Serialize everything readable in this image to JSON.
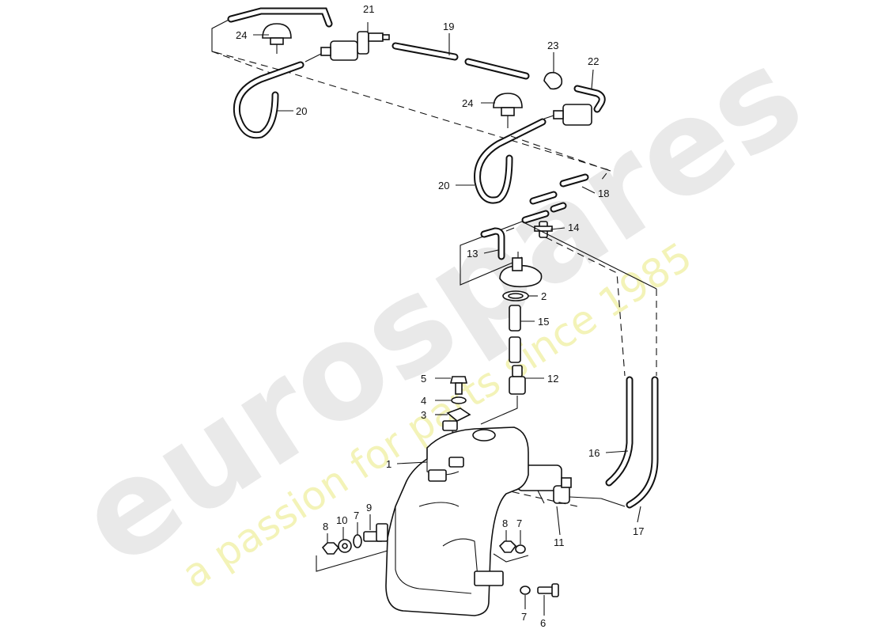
{
  "watermark": {
    "brand": "eurospares",
    "tagline": "a passion for parts since 1985"
  },
  "callouts": {
    "p1": "1",
    "p2": "2",
    "p3": "3",
    "p4": "4",
    "p5": "5",
    "p6": "6",
    "p7a": "7",
    "p7b": "7",
    "p7c": "7",
    "p8a": "8",
    "p8b": "8",
    "p9": "9",
    "p10": "10",
    "p11": "11",
    "p12": "12",
    "p13": "13",
    "p14": "14",
    "p15": "15",
    "p16": "16",
    "p17": "17",
    "p18": "18",
    "p19": "19",
    "p20a": "20",
    "p20b": "20",
    "p21": "21",
    "p22": "22",
    "p23": "23",
    "p24a": "24",
    "p24b": "24"
  }
}
